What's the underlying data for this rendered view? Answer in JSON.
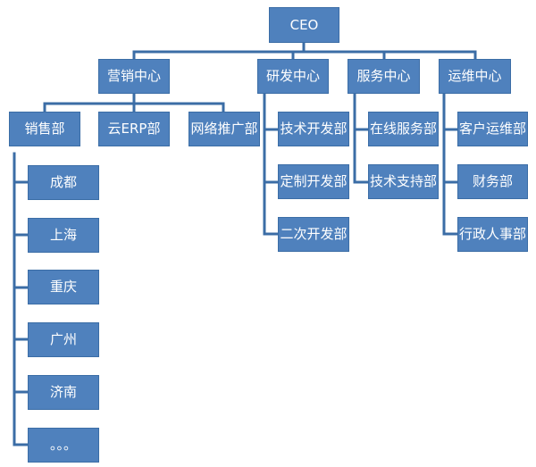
{
  "org": {
    "ceo": "CEO",
    "centers": [
      {
        "label": "营销中心",
        "departments": [
          "销售部",
          "云ERP部",
          "网络推广部"
        ],
        "branches": [
          "成都",
          "上海",
          "重庆",
          "广州",
          "济南",
          "。。。"
        ]
      },
      {
        "label": "研发中心",
        "departments": [
          "技术开发部",
          "定制开发部",
          "二次开发部"
        ]
      },
      {
        "label": "服务中心",
        "departments": [
          "在线服务部",
          "技术支持部"
        ]
      },
      {
        "label": "运维中心",
        "departments": [
          "客户运维部",
          "财务部",
          "行政人事部"
        ]
      }
    ]
  },
  "colors": {
    "box_fill": "#4f81bd",
    "box_border": "#3b6da6",
    "connector": "#3b6da6",
    "text": "#ffffff"
  }
}
